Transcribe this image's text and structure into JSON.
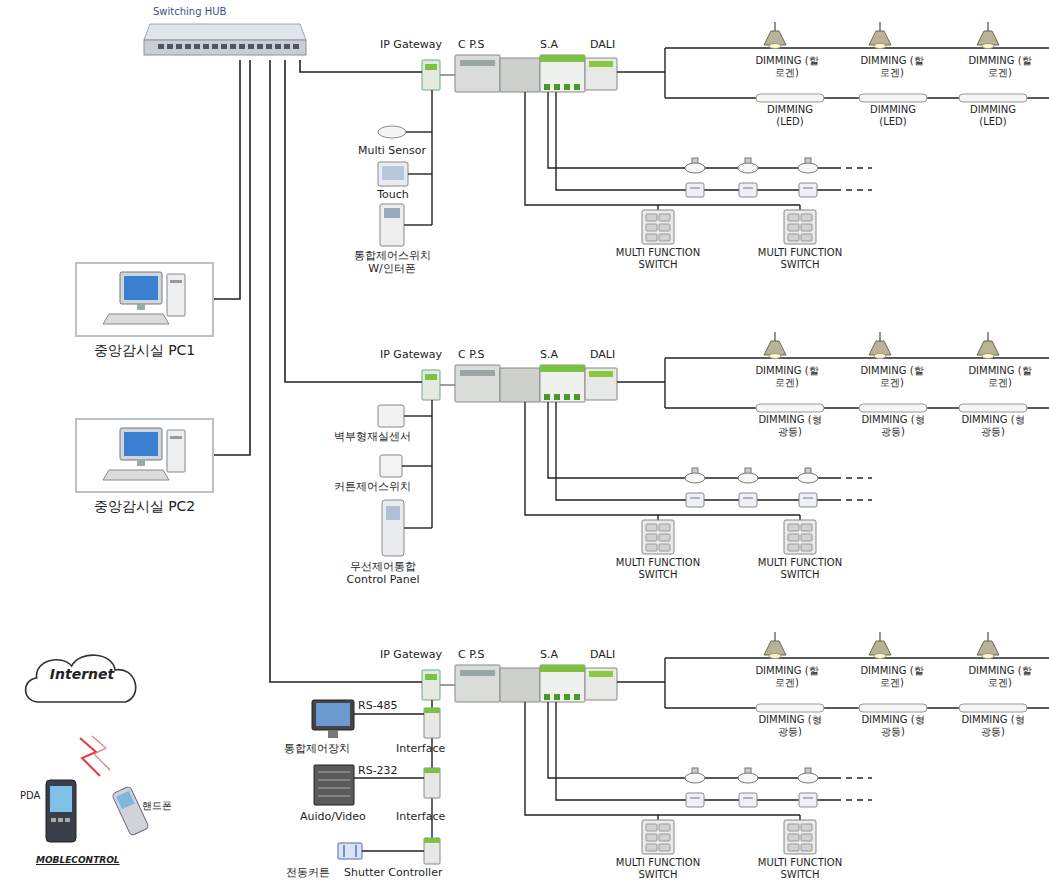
{
  "diagram": {
    "nodes": [
      {
        "text": [
          "Switching HUB"
        ]
      },
      {
        "text": [
          "중앙감시실 PC1"
        ]
      },
      {
        "text": [
          "중앙감시실 PC2"
        ]
      },
      {
        "text": [
          "IP Gateway",
          "C P.S",
          "S.A",
          "DALI"
        ]
      },
      {
        "text": [
          "IP Gateway",
          "C P.S",
          "S.A",
          "DALI"
        ]
      },
      {
        "text": [
          "IP Gateway",
          "C P.S",
          "S.A",
          "DALI"
        ]
      },
      {
        "text": [
          "Internet"
        ]
      }
    ],
    "edges": [
      {
        "from": 0,
        "to": 1,
        "arrow": "none"
      },
      {
        "from": 0,
        "to": 2,
        "arrow": "none"
      },
      {
        "from": 0,
        "to": 3,
        "arrow": "none"
      },
      {
        "from": 0,
        "to": 4,
        "arrow": "none"
      },
      {
        "from": 0,
        "to": 5,
        "arrow": "none"
      }
    ],
    "labels": [
      "DIMMING (할로겐)",
      "DIMMING (할로겐)",
      "DIMMING (할로겐)",
      "DIMMING (LED)",
      "DIMMING (LED)",
      "DIMMING (LED)",
      "MULTI FUNCTION SWITCH",
      "MULTI FUNCTION SWITCH",
      "DIMMING (할로겐)",
      "DIMMING (할로겐)",
      "DIMMING (할로겐)",
      "DIMMING (형광등)",
      "DIMMING (형광등)",
      "DIMMING (형광등)",
      "MULTI FUNCTION SWITCH",
      "MULTI FUNCTION SWITCH",
      "DIMMING (할로겐)",
      "DIMMING (할로겐)",
      "DIMMING (할로겐)",
      "DIMMING (형광등)",
      "DIMMING (형광등)",
      "DIMMING (형광등)",
      "MULTI FUNCTION SWITCH",
      "MULTI FUNCTION SWITCH",
      "Multi Sensor",
      "Touch",
      "통합제어스위치 W/인터폰",
      "벽부형재실센서",
      "커튼제어스위치",
      "무선제어통합 Control Panel",
      "RS-485",
      "통합제어장치",
      "Interface",
      "RS-232",
      "Auido/Video",
      "Interface",
      "전동커튼",
      "Shutter Controller",
      "PDA",
      "핸드폰",
      "MOBLECONTROL"
    ]
  }
}
